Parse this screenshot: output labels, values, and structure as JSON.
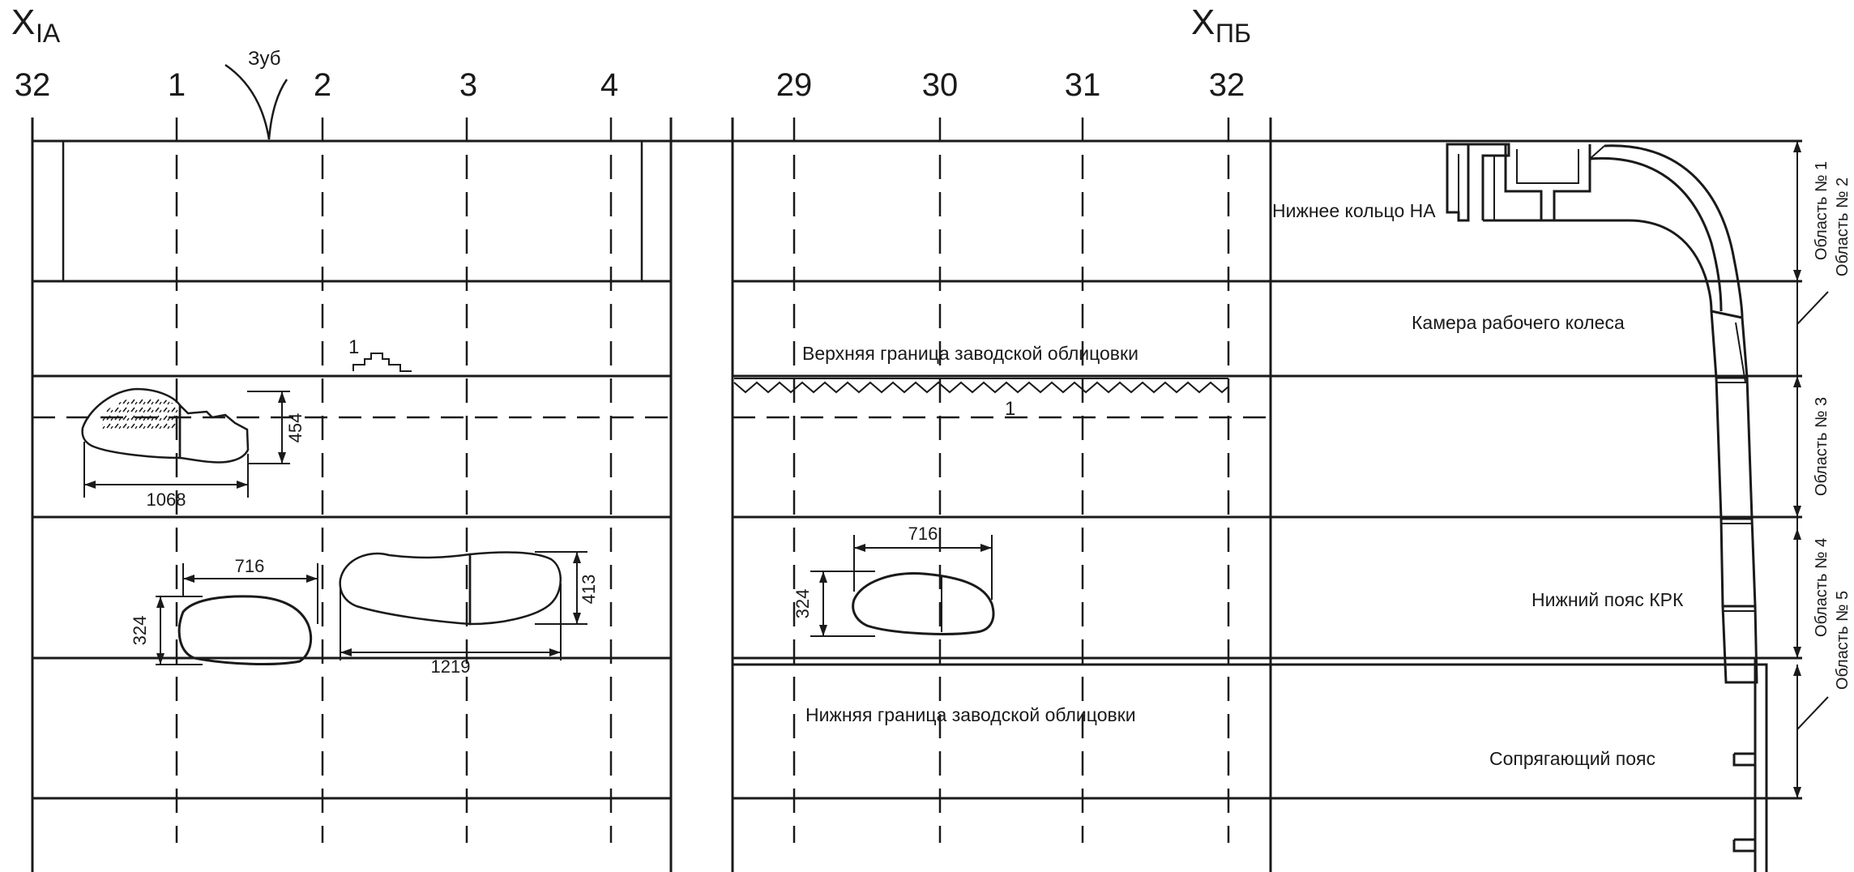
{
  "headers": {
    "left": {
      "base": "X",
      "sub": "IA"
    },
    "right": {
      "base": "X",
      "sub": "ПБ"
    }
  },
  "columns_left": [
    "32",
    "1",
    "2",
    "3",
    "4"
  ],
  "columns_right": [
    "29",
    "30",
    "31",
    "32"
  ],
  "labels": {
    "tooth": "Зуб",
    "defect_1_top": "1",
    "defect_1_band": "1",
    "upper_border": "Верхняя граница заводской облицовки",
    "lower_border": "Нижняя граница заводской облицовки"
  },
  "zones": {
    "ring": "Нижнее кольцо НА",
    "chamber": "Камера рабочего колеса",
    "lower_belt": "Нижний пояс КРК",
    "mating_belt": "Сопрягающий пояс"
  },
  "regions": {
    "r1": "Область № 1",
    "r2": "Область № 2",
    "r3": "Область № 3",
    "r4": "Область № 4",
    "r5": "Область № 5"
  },
  "dimensions": {
    "d1068": "1068",
    "d454": "454",
    "d716_left": "716",
    "d324_left": "324",
    "d1219": "1219",
    "d413": "413",
    "d716_right": "716",
    "d324_right": "324"
  },
  "colors": {
    "ink": "#1a1a1a",
    "background": "#ffffff"
  }
}
